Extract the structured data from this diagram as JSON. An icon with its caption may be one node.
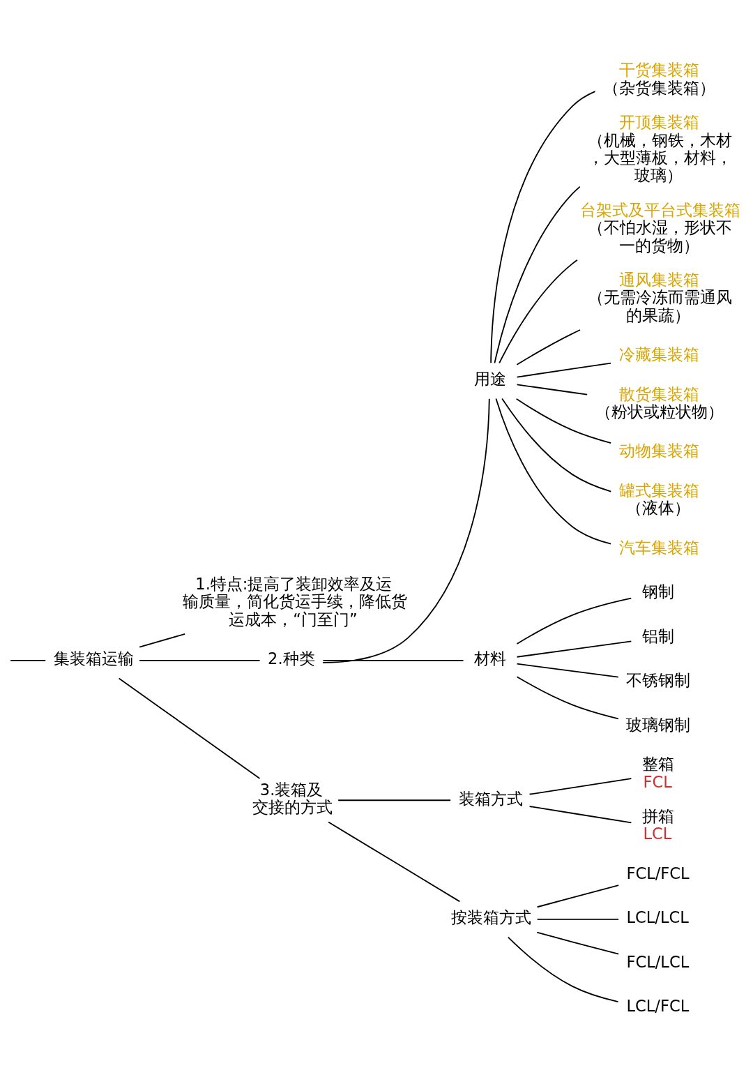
{
  "diagram": {
    "nodes": [
      {
        "text": [
          "集装箱运输"
        ]
      },
      {
        "text": [
          "1.特点:提高了装卸效率及运输质量，简化货运手续，降低货运成本，“门至门”"
        ]
      },
      {
        "text": [
          "2.种类"
        ]
      },
      {
        "text": [
          "用途"
        ]
      },
      {
        "text": [
          "干货集装箱",
          "（杂货集装箱）"
        ]
      },
      {
        "text": [
          "开顶集装箱",
          "（机械，钢铁，木材，大型薄板，材料，玻璃）"
        ]
      },
      {
        "text": [
          "台架式及平台式集装箱",
          "（不怕水湿，形状不一的货物）"
        ]
      },
      {
        "text": [
          "通风集装箱",
          "（无需冷冻而需通风的果蔬）"
        ]
      },
      {
        "text": [
          "冷藏集装箱"
        ]
      },
      {
        "text": [
          "散货集装箱",
          "（粉状或粒状物）"
        ]
      },
      {
        "text": [
          "动物集装箱"
        ]
      },
      {
        "text": [
          "罐式集装箱",
          "（液体）"
        ]
      },
      {
        "text": [
          "汽车集装箱"
        ]
      },
      {
        "text": [
          "材料"
        ]
      },
      {
        "text": [
          "钢制"
        ]
      },
      {
        "text": [
          "铝制"
        ]
      },
      {
        "text": [
          "不锈钢制"
        ]
      },
      {
        "text": [
          "玻璃钢制"
        ]
      },
      {
        "text": [
          "3.装箱及交接的方式"
        ]
      },
      {
        "text": [
          "装箱方式"
        ]
      },
      {
        "text": [
          "整箱",
          "FCL"
        ]
      },
      {
        "text": [
          "拼箱",
          "LCL"
        ]
      },
      {
        "text": [
          "按装箱方式"
        ]
      },
      {
        "text": [
          "FCL/FCL"
        ]
      },
      {
        "text": [
          "LCL/LCL"
        ]
      },
      {
        "text": [
          "FCL/LCL"
        ]
      },
      {
        "text": [
          "LCL/FCL"
        ]
      }
    ],
    "edges": [
      {
        "from": null,
        "to": 0,
        "arrow": "none"
      },
      {
        "from": 0,
        "to": 1,
        "arrow": "none"
      },
      {
        "from": 0,
        "to": 2,
        "arrow": "none"
      },
      {
        "from": 0,
        "to": 18,
        "arrow": "none"
      },
      {
        "from": 2,
        "to": 3,
        "arrow": "none"
      },
      {
        "from": 2,
        "to": 13,
        "arrow": "none"
      },
      {
        "from": 3,
        "to": 4,
        "arrow": "none"
      },
      {
        "from": 3,
        "to": 5,
        "arrow": "none"
      },
      {
        "from": 3,
        "to": 6,
        "arrow": "none"
      },
      {
        "from": 3,
        "to": 7,
        "arrow": "none"
      },
      {
        "from": 3,
        "to": 8,
        "arrow": "none"
      },
      {
        "from": 3,
        "to": 9,
        "arrow": "none"
      },
      {
        "from": 3,
        "to": 10,
        "arrow": "none"
      },
      {
        "from": 3,
        "to": 11,
        "arrow": "none"
      },
      {
        "from": 3,
        "to": 12,
        "arrow": "none"
      },
      {
        "from": 13,
        "to": 14,
        "arrow": "none"
      },
      {
        "from": 13,
        "to": 15,
        "arrow": "none"
      },
      {
        "from": 13,
        "to": 16,
        "arrow": "none"
      },
      {
        "from": 13,
        "to": 17,
        "arrow": "none"
      },
      {
        "from": 18,
        "to": 19,
        "arrow": "none"
      },
      {
        "from": 18,
        "to": 22,
        "arrow": "none"
      },
      {
        "from": 19,
        "to": 20,
        "arrow": "none"
      },
      {
        "from": 19,
        "to": 21,
        "arrow": "none"
      },
      {
        "from": 22,
        "to": 23,
        "arrow": "none"
      },
      {
        "from": 22,
        "to": 24,
        "arrow": "none"
      },
      {
        "from": 22,
        "to": 25,
        "arrow": "none"
      },
      {
        "from": 22,
        "to": 26,
        "arrow": "none"
      }
    ]
  }
}
